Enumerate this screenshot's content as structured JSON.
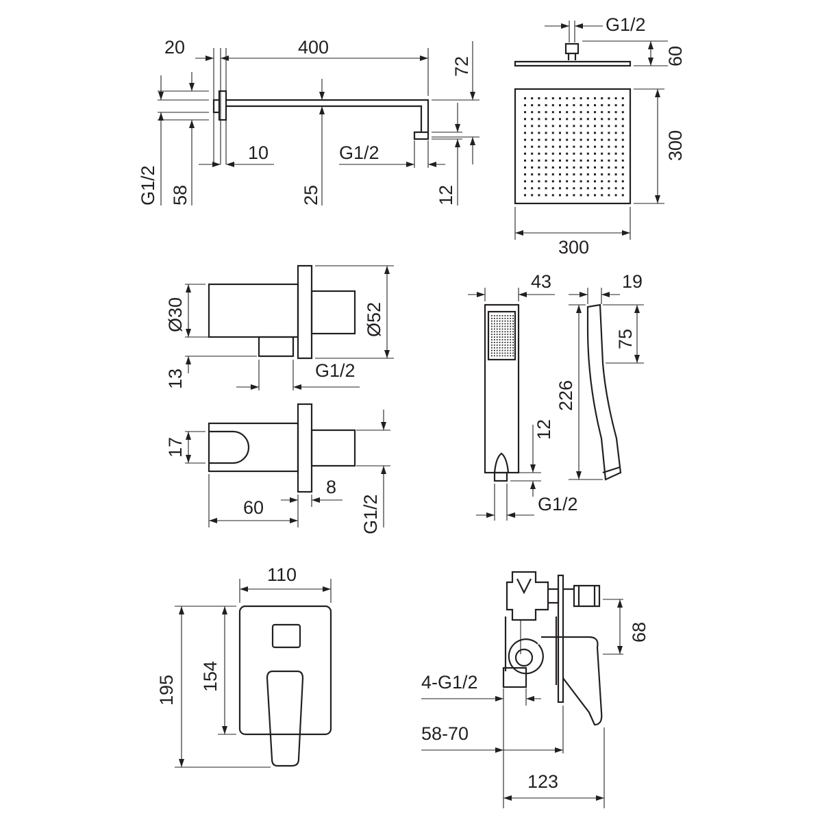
{
  "shower_arm": {
    "width_20": "20",
    "length_400": "400",
    "drop_72": "72",
    "thread_left": "G1/2",
    "wall_10": "10",
    "height_25": "25",
    "flange_58": "58",
    "thread_outlet": "G1/2",
    "outlet_12": "12"
  },
  "rain_head": {
    "thread": "G1/2",
    "height_60": "60",
    "side_300": "300",
    "width_300": "300"
  },
  "wall_outlet": {
    "dia_30": "Ø30",
    "dia_52": "Ø52",
    "height_13": "13",
    "thread": "G1/2",
    "holder_17": "17",
    "flange_8": "8",
    "depth_60": "60",
    "thread_side": "G1/2"
  },
  "hand_shower": {
    "width_43": "43",
    "thickness_19": "19",
    "head_75": "75",
    "length_226": "226",
    "nozzle_12": "12",
    "thread": "G1/2"
  },
  "mixer_plate": {
    "width_110": "110",
    "height_195": "195",
    "height_154": "154"
  },
  "mixer_body": {
    "spacing_68": "68",
    "ports": "4-G1/2",
    "depth_range": "58-70",
    "depth_123": "123"
  },
  "colors": {
    "ink": "#231f20",
    "background": "#ffffff"
  }
}
